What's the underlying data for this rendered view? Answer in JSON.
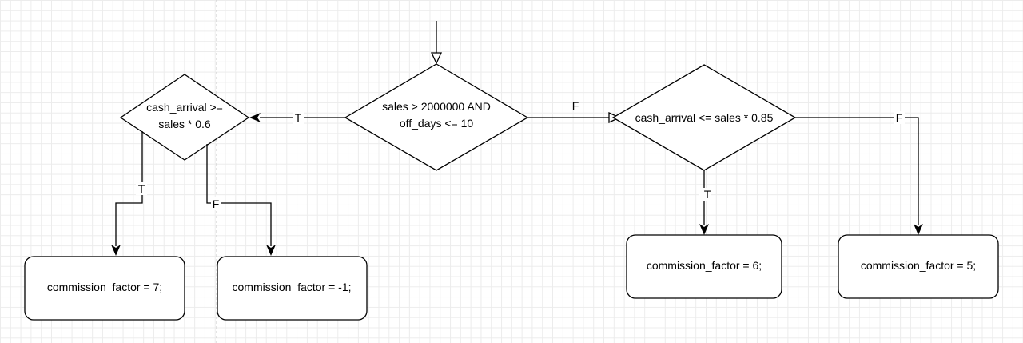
{
  "diagram": {
    "decisions": {
      "main": {
        "line1": "sales > 2000000 AND",
        "line2": "off_days <= 10"
      },
      "left": {
        "line1": "cash_arrival >=",
        "line2": "sales * 0.6"
      },
      "right": {
        "line1": "cash_arrival <= sales * 0.85"
      }
    },
    "boxes": {
      "cf7": "commission_factor = 7;",
      "cfm1": "commission_factor = -1;",
      "cf6": "commission_factor = 6;",
      "cf5": "commission_factor = 5;"
    },
    "edge_labels": {
      "main_true": "T",
      "main_false": "F",
      "left_true": "T",
      "left_false": "F",
      "right_true": "T",
      "right_false": "F"
    }
  },
  "colors": {
    "stroke": "#000000",
    "grid": "#ececec",
    "background": "#ffffff"
  }
}
